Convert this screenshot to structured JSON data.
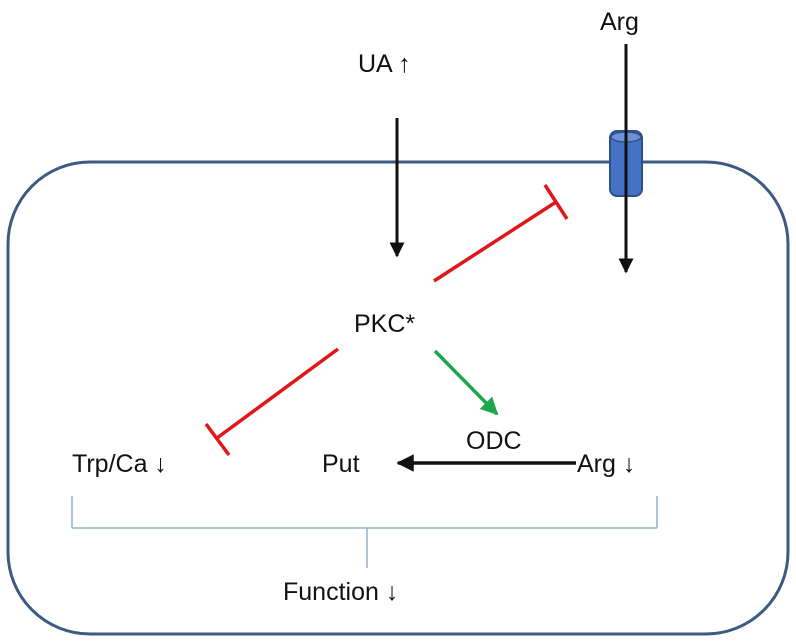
{
  "labels": {
    "ua": "UA ↑",
    "arg_top": "Arg",
    "pkc": "PKC*",
    "odc": "ODC",
    "trp_ca": "Trp/Ca ↓",
    "put": "Put",
    "arg_inner": "Arg ↓",
    "function": "Function ↓"
  },
  "colors": {
    "cell_border": "#3d5a80",
    "channel_fill": "#4472c4",
    "channel_stroke": "#2f4f8a",
    "activation_arrow": "#111111",
    "inhibition": "#e0161b",
    "stimulation": "#1fa64a",
    "bracket": "#8fb3cc"
  }
}
